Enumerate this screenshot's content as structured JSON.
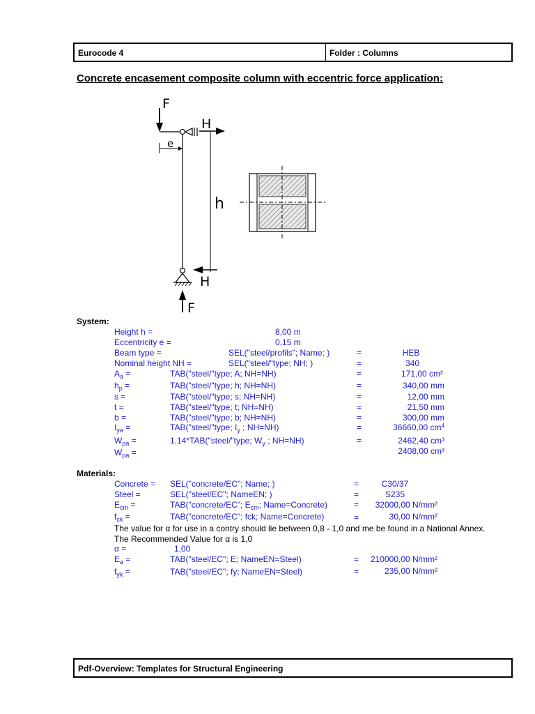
{
  "header": {
    "left": "Eurocode 4",
    "right": "Folder : Columns"
  },
  "title": "Concrete encasement composite column with eccentric force application:",
  "diagram": {
    "force_top": "F",
    "force_bottom": "F",
    "horizontal_top": "H",
    "horizontal_bottom": "H",
    "eccentricity": "e",
    "height": "h"
  },
  "system": {
    "heading": "System:",
    "rows": [
      {
        "label": "Height h =",
        "expr": "",
        "eq": "",
        "value": "8,00 m"
      },
      {
        "label": "Eccentricity e =",
        "expr": "",
        "eq": "",
        "value": "0,15 m"
      },
      {
        "label": "Beam type =",
        "expr": "SEL(\"steel/profils\"; Name; )",
        "eq": "=",
        "value": "HEB"
      },
      {
        "label": "Nominal height NH =",
        "expr": "SEL(\"steel/\"type; NH; )",
        "eq": "=",
        "value": "340"
      },
      {
        "label_main": "A",
        "label_sub": "a",
        "label_tail": " =",
        "expr": "TAB(\"steel/\"type; A; NH=NH)",
        "eq": "=",
        "value": "171,00 cm²"
      },
      {
        "label_main": "h",
        "label_sub": "p",
        "label_tail": " =",
        "expr": "TAB(\"steel/\"type; h; NH=NH)",
        "eq": "=",
        "value": "340,00 mm"
      },
      {
        "label": "s =",
        "expr": "TAB(\"steel/\"type; s; NH=NH)",
        "eq": "=",
        "value": "12,00 mm"
      },
      {
        "label": "t =",
        "expr": "TAB(\"steel/\"type; t; NH=NH)",
        "eq": "=",
        "value": "21,50 mm"
      },
      {
        "label": "b =",
        "expr": "TAB(\"steel/\"type; b; NH=NH)",
        "eq": "=",
        "value": "300,00 mm"
      },
      {
        "label_main": "I",
        "label_sub": "ya",
        "label_tail": " =",
        "expr_pre": "TAB(\"steel/\"type; I",
        "expr_sub": "y",
        "expr_post": " ; NH=NH)",
        "eq": "=",
        "value_main": "36660,00 cm",
        "value_sup": "4"
      },
      {
        "label_main": "W",
        "label_sub": "pa",
        "label_tail": " =",
        "expr_pre": "1.14*TAB(\"steel/\"type; W",
        "expr_sub": "y",
        "expr_post": " ; NH=NH)",
        "eq": "=",
        "value": "2462,40 cm³"
      },
      {
        "label_main": "W",
        "label_sub": "pa",
        "label_tail": " =",
        "expr": "",
        "eq": "",
        "value": "2408,00 cm³"
      }
    ]
  },
  "materials": {
    "heading": "Materials:",
    "concrete": {
      "label": "Concrete =",
      "expr": "SEL(\"concrete/EC\"; Name; )",
      "eq": "=",
      "value": "C30/37"
    },
    "steel": {
      "label": "Steel =",
      "expr": "SEL(\"steel/EC\"; NameEN; )",
      "eq": "=",
      "value": "S235"
    },
    "ecm": {
      "label_main": "E",
      "label_sub": "cm",
      "label_tail": " =",
      "expr_pre": "TAB(\"concrete/EC\"; E",
      "expr_sub": "cm",
      "expr_post": "; Name=Concrete)",
      "eq": "=",
      "value": "32000,00 N/mm²"
    },
    "fck": {
      "label_main": "f",
      "label_sub": "ck",
      "label_tail": " =",
      "expr": "TAB(\"concrete/EC\"; fck; Name=Concrete)",
      "eq": "=",
      "value": "30,00 N/mm²"
    },
    "note1_pre": "The value for ",
    "note1_sym": "α",
    "note1_post": " for use in a contry should lie between 0,8 - 1,0 and me be found in a National Annex.",
    "note2_pre": "The Recommended Value for  ",
    "note2_sym": "α",
    "note2_post": " is 1,0",
    "alpha": {
      "label": "α =",
      "value": "1,00"
    },
    "ea": {
      "label_main": "E",
      "label_sub": "a",
      "label_tail": " =",
      "expr": "TAB(\"steel/EC\"; E; NameEN=Steel)",
      "eq": "=",
      "value": "210000,00 N/mm²"
    },
    "fyk": {
      "label_main": "f",
      "label_sub": "yk",
      "label_tail": " =",
      "expr": "TAB(\"steel/EC\"; fy; NameEN=Steel)",
      "eq": "=",
      "value": "235,00 N/mm²"
    }
  },
  "footer": {
    "text": "Pdf-Overview:  Templates for Structural Engineering"
  }
}
